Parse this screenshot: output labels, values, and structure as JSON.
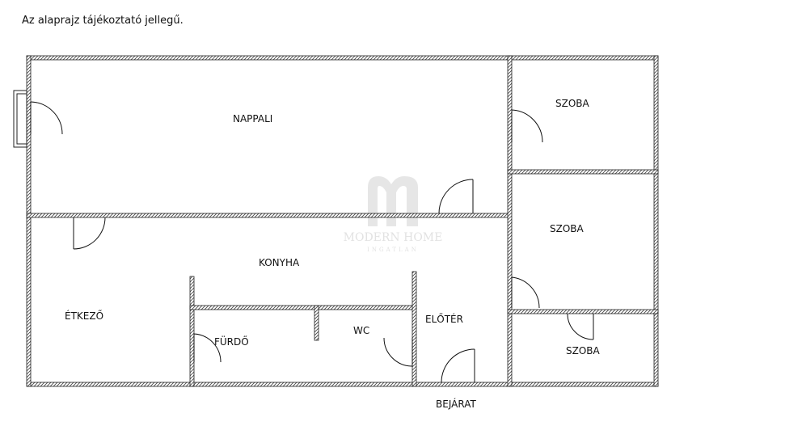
{
  "note": "Az alaprajz tájékoztató jellegű.",
  "rooms": {
    "nappali": "NAPPALI",
    "szoba_top": "SZOBA",
    "szoba_mid": "SZOBA",
    "szoba_bottom": "SZOBA",
    "konyha": "KONYHA",
    "etkezo": "ÉTKEZŐ",
    "furdo": "FÜRDŐ",
    "wc": "WC",
    "eloter": "ELŐTÉR"
  },
  "entrance": "BEJÁRAT",
  "watermark": {
    "brand": "MODERN HOME",
    "sub": "INGATLAN"
  }
}
